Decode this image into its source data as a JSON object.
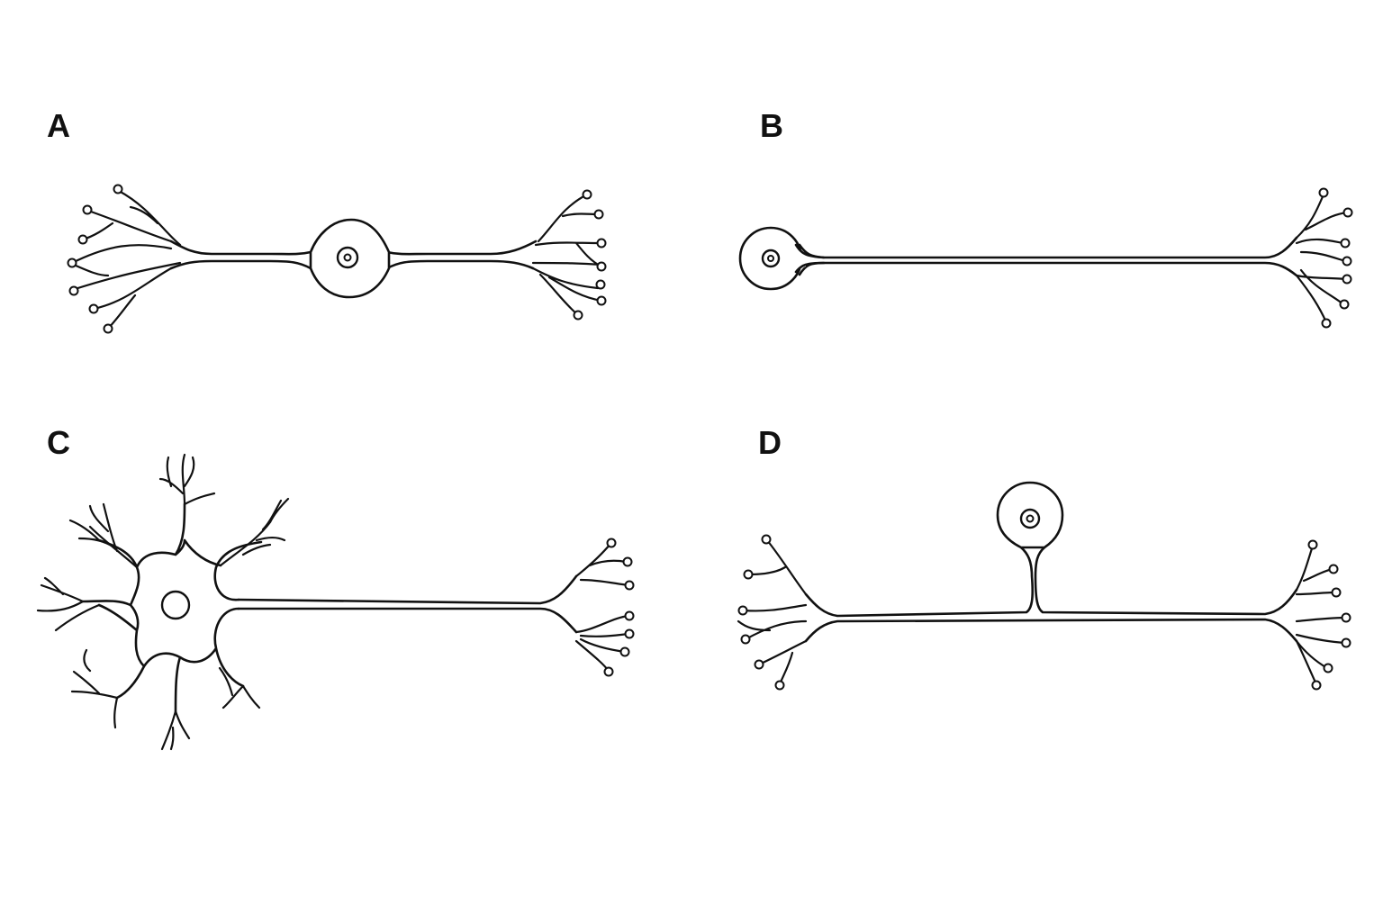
{
  "panels": [
    {
      "id": "A",
      "label": "A"
    },
    {
      "id": "B",
      "label": "B"
    },
    {
      "id": "C",
      "label": "C"
    },
    {
      "id": "D",
      "label": "D"
    }
  ],
  "colors": {
    "stroke": "#111111",
    "background": "#ffffff"
  }
}
